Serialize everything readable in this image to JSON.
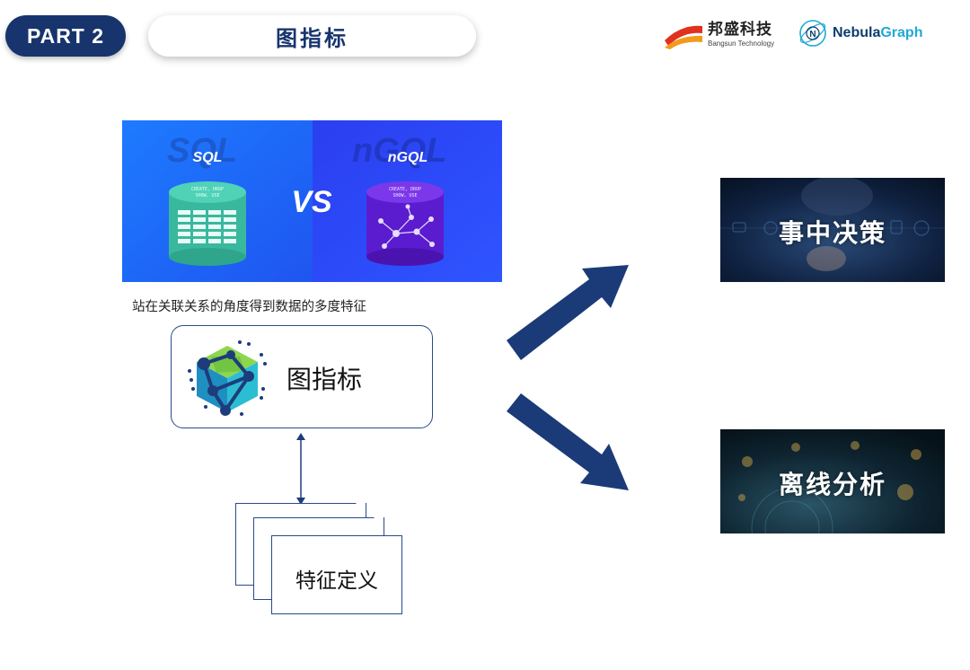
{
  "header": {
    "part_label": "PART 2",
    "title": "图指标",
    "brand_cn": "邦盛科技",
    "brand_en": "Bangsun Technology",
    "partner_nebula": "Nebula",
    "partner_graph": "Graph"
  },
  "banner": {
    "left_title": "SQL",
    "right_title": "nGQL",
    "vs_label": "VS",
    "left_watermark": "SQL",
    "right_watermark": "nGQL",
    "db_text_line1": "CREATE, DROP",
    "db_text_line2": "SHOW, USE"
  },
  "caption": "站在关联关系的角度得到数据的多度特征",
  "metric": {
    "label": "图指标"
  },
  "feature": {
    "label": "特征定义"
  },
  "outputs": [
    {
      "label": "事中决策"
    },
    {
      "label": "离线分析"
    }
  ],
  "colors": {
    "navy": "#17346d",
    "arrow": "#1b3a78",
    "banner_left": "#1e6bff",
    "banner_right": "#2548f2",
    "db_teal": "#3cc3a8",
    "db_purple": "#6a1fd6"
  }
}
